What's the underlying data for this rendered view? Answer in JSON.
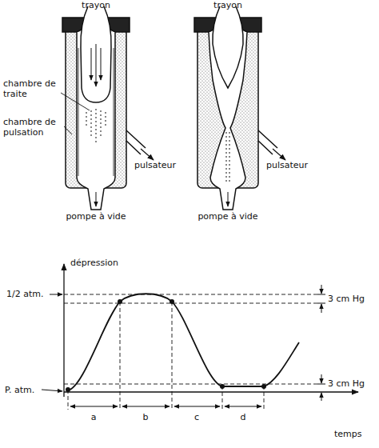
{
  "diagram": {
    "labels": [
      "trayon",
      "trayon",
      "chambre de traite",
      "chambre de pulsation",
      "pulsateur",
      "pulsateur",
      "pompe à vide",
      "pompe à vide",
      "dépression",
      "1/2 atm.",
      "3 cm Hg",
      "P. atm.",
      "3 cm Hg",
      "a",
      "b",
      "c",
      "d",
      "temps"
    ]
  }
}
